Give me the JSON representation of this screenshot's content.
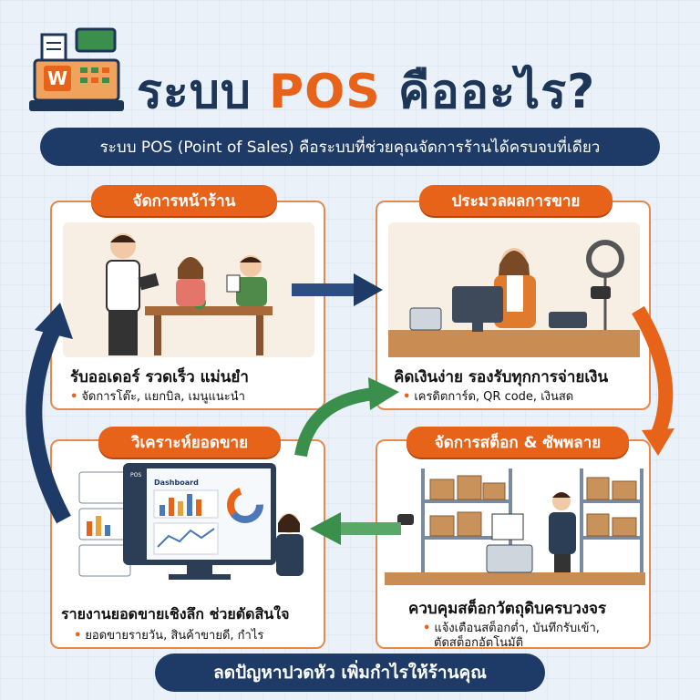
{
  "title": {
    "part1": "ระบบ ",
    "part2": "POS",
    "part3": " คืออะไร?"
  },
  "subtitle": "ระบบ POS (Point of Sales) คือระบบที่ช่วยคุณจัดการร้านได้ครบจบที่เดียว",
  "logo_letter": "W",
  "panels": {
    "front": {
      "label": "จัดการหน้าร้าน",
      "headline": "รับออเดอร์ รวดเร็ว แม่นยำ",
      "bullet": "จัดการโต๊ะ, แยกบิล, เมนูแนะนำ"
    },
    "sales": {
      "label": "ประมวลผลการขาย",
      "headline": "คิดเงินง่าย รองรับทุกการจ่ายเงิน",
      "bullet": "เครดิตการ์ด, QR code, เงินสด"
    },
    "analytics": {
      "label": "วิเคราะห์ยอดขาย",
      "headline": "รายงานยอดขายเชิงลึก ช่วยตัดสินใจ",
      "bullet": "ยอดขายรายวัน, สินค้าขายดี, กำไร",
      "screen_brand": "POS",
      "screen_title": "Dashboard"
    },
    "stock": {
      "label": "จัดการสต็อก & ซัพพลาย",
      "headline": "ควบคุมสต็อกวัตถุดิบครบวงจร",
      "bullet_line1": "แจ้งเตือนสต็อกต่ำ, บันทึกรับเข้า,",
      "bullet_line2": "ตัดสต็อกอัตโนมัติ"
    }
  },
  "bottom_banner": "ลดปัญหาปวดหัว เพิ่มกำไรให้ร้านคุณ",
  "colors": {
    "navy": "#1e3a66",
    "orange": "#e8631a",
    "green": "#3a8f4c",
    "border": "#e58a4c"
  }
}
